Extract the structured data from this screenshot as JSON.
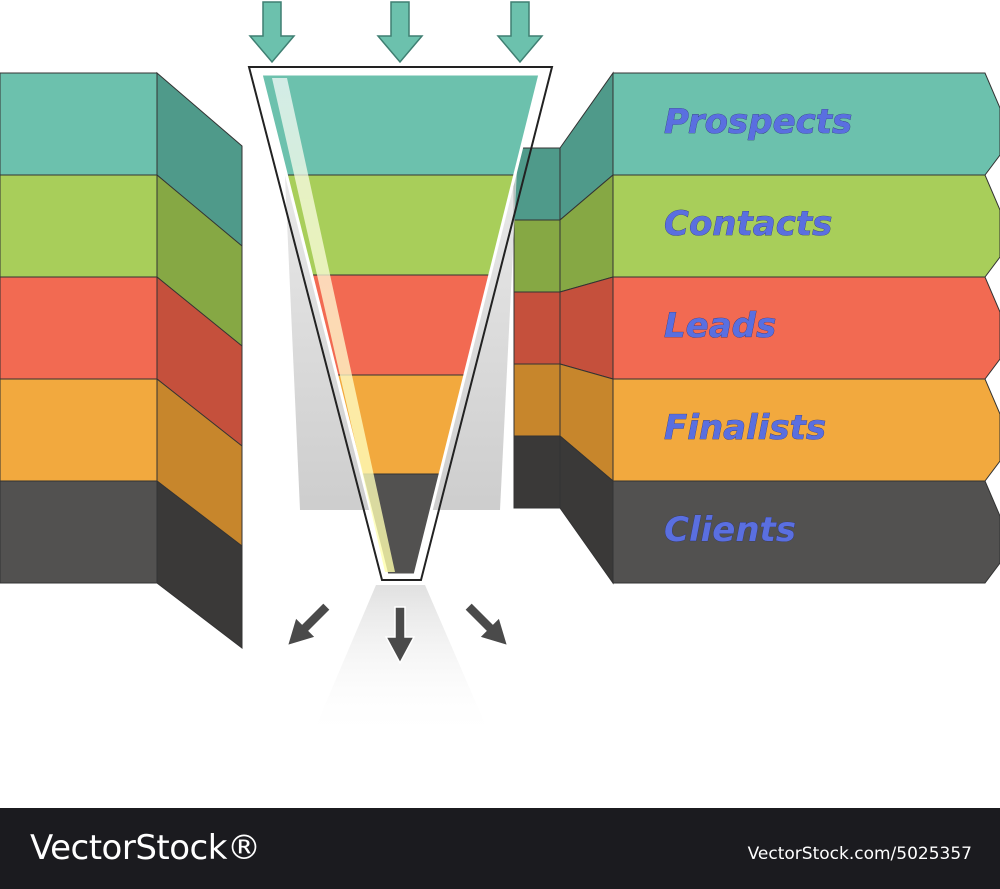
{
  "stages": [
    {
      "label": "Prospects",
      "color": "#6cc1ad",
      "dark": "#4f9a8a"
    },
    {
      "label": "Contacts",
      "color": "#a8ce5a",
      "dark": "#86a844"
    },
    {
      "label": "Leads",
      "color": "#f26a52",
      "dark": "#c5503c"
    },
    {
      "label": "Finalists",
      "color": "#f2a93e",
      "dark": "#c7862c"
    },
    {
      "label": "Clients",
      "color": "#525150",
      "dark": "#3a3938"
    }
  ],
  "footer": {
    "brand": "VectorStock®",
    "credit": "VectorStock.com/5025357"
  },
  "colors": {
    "arrow_in": "#6cc1ad",
    "arrow_out": "#4a4a4a",
    "footer_bg": "#1b1b1f"
  }
}
